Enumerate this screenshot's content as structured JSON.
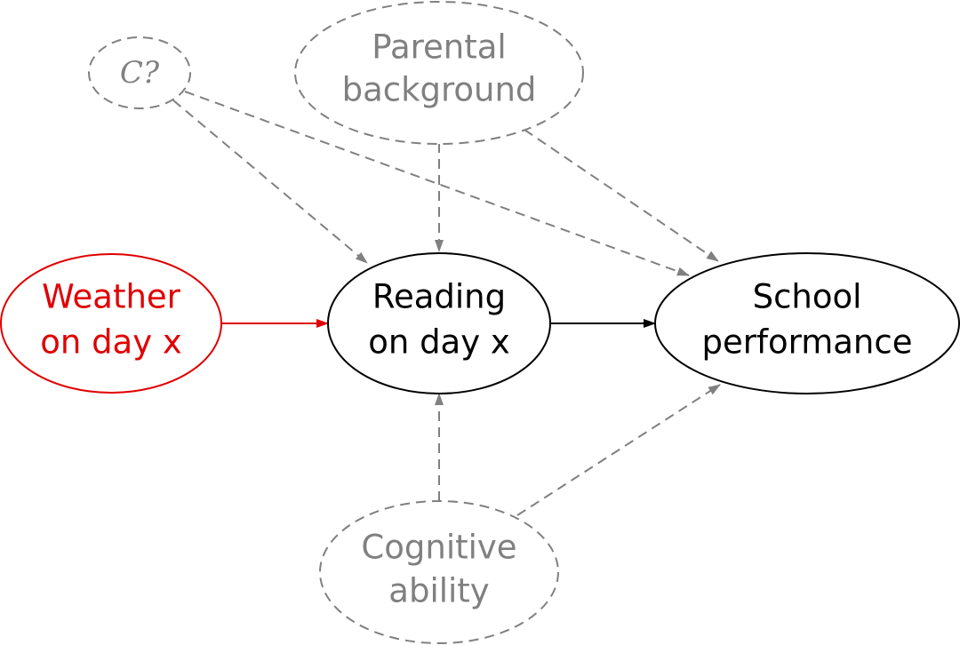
{
  "colors": {
    "solid": "#000000",
    "treatment": "#e00000",
    "dashed": "#808080"
  },
  "nodes": {
    "confounder": {
      "label": "C?"
    },
    "parental": {
      "line1": "Parental",
      "line2": "background"
    },
    "weather": {
      "line1": "Weather",
      "line2": "on day x"
    },
    "reading": {
      "line1": "Reading",
      "line2": "on day x"
    },
    "school": {
      "line1": "School",
      "line2": "performance"
    },
    "cognitive": {
      "line1": "Cognitive",
      "line2": "ability"
    }
  }
}
